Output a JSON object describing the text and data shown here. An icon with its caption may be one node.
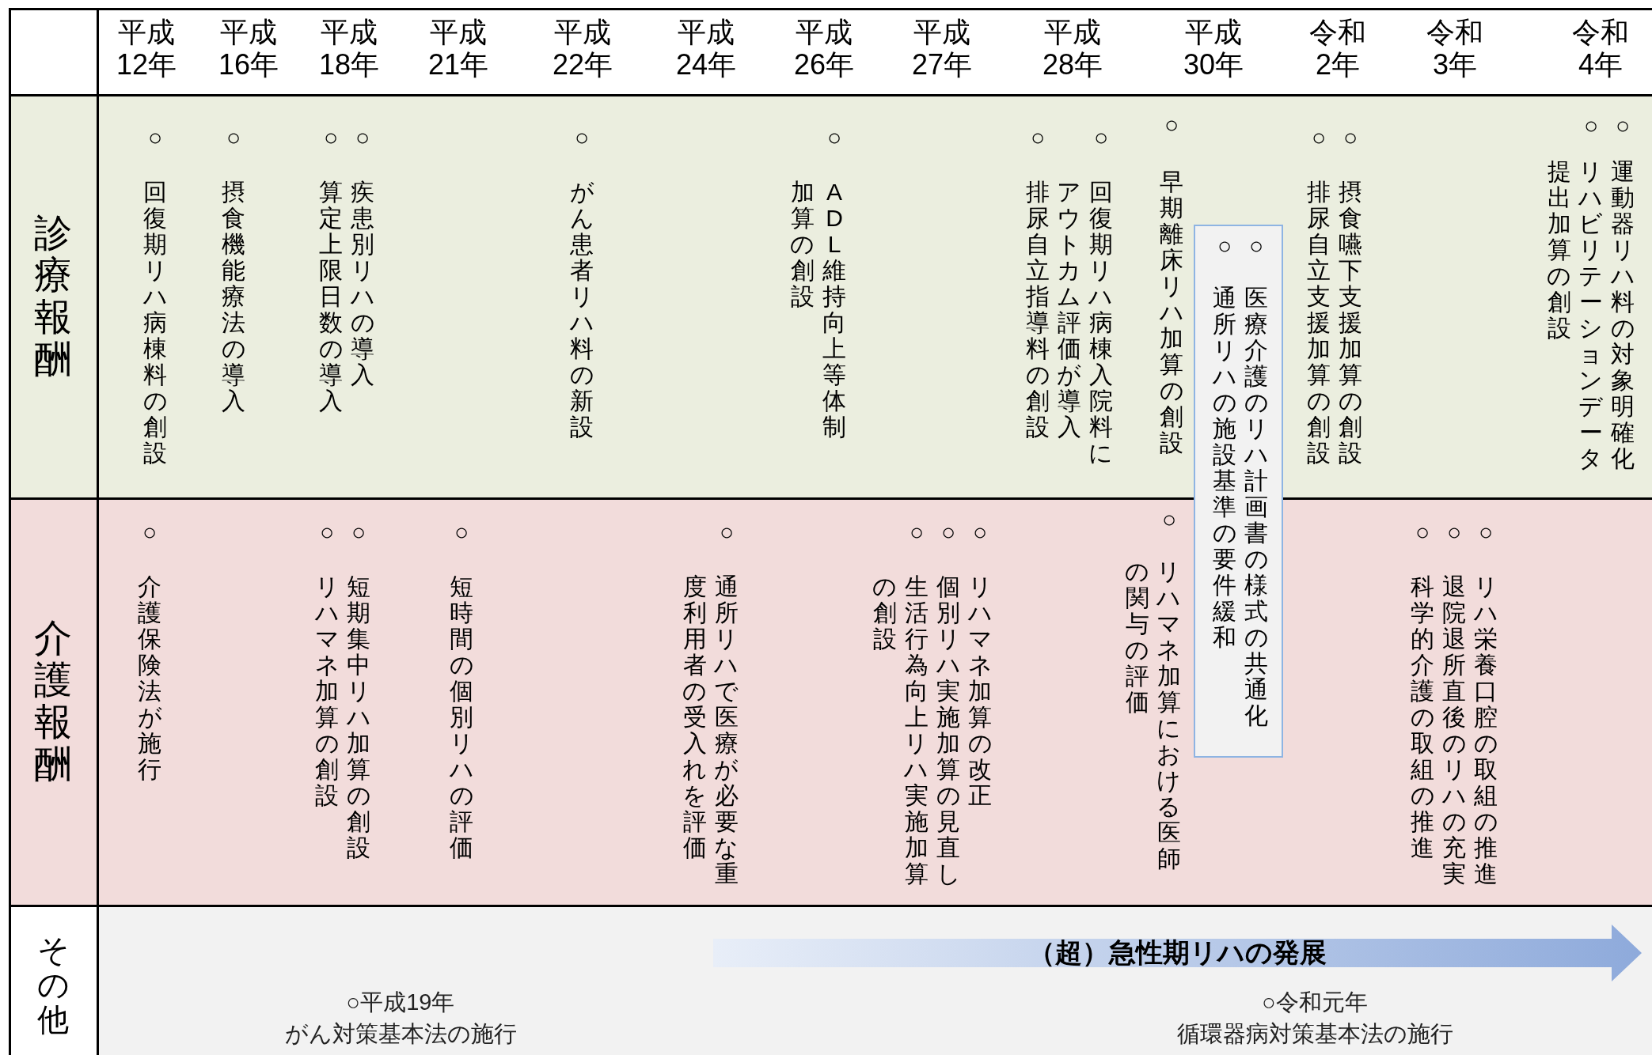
{
  "diagram": {
    "nodes": [
      {
        "text": [
          "○",
          "医療介護のリハ計画書の様式の共通化",
          "○",
          "通所リハの施設基準の要件緩和"
        ]
      },
      {
        "text": [
          "（超）急性期リハの発展"
        ]
      }
    ],
    "labels": [
      "平成12年",
      "平成16年",
      "平成18年",
      "平成21年",
      "平成22年",
      "平成24年",
      "平成26年",
      "平成27年",
      "平成28年",
      "平成30年",
      "令和2年",
      "令和3年",
      "令和4年",
      "診療報酬",
      "○",
      "回復期リハ病棟料の創設",
      "○",
      "摂食機能療法の導入",
      "○",
      "疾患別リハの導入",
      "○",
      "算定上限日数の導入",
      "○",
      "がん患者リハ料の新設",
      "○",
      "ADL維持向上等体制加算の創設",
      "○",
      "回復期リハ病棟入院料にアウトカム評価が導入",
      "○",
      "排尿自立指導料の創設",
      "○",
      "早期離床リハ加算の創設",
      "○",
      "摂食嚥下支援加算の創設",
      "○",
      "排尿自立支援加算の創設",
      "○",
      "運動器リハ料の対象明確化",
      "○",
      "リハビリテーションデータ提出加算の創設",
      "介護報酬",
      "○",
      "介護保険法が施行",
      "○",
      "短期集中リハ加算の創設",
      "○",
      "リハマネ加算の創設",
      "○",
      "短時間の個別リハの評価",
      "○",
      "通所リハで医療が必要な重度利用者の受入れを評価",
      "○",
      "リハマネ加算の改正",
      "○",
      "個別リハ実施加算の見直し",
      "○",
      "生活行為向上リハ実施加算の創設",
      "○",
      "リハマネ加算における医師の関与の評価",
      "○",
      "リハ栄養口腔の取組の推進",
      "○",
      "退院退所直後のリハの充実",
      "○",
      "科学的介護の取組の推進",
      "その他",
      "○平成19年",
      "がん対策基本法の施行",
      "○令和元年",
      "循環器病対策基本法の施行"
    ]
  }
}
